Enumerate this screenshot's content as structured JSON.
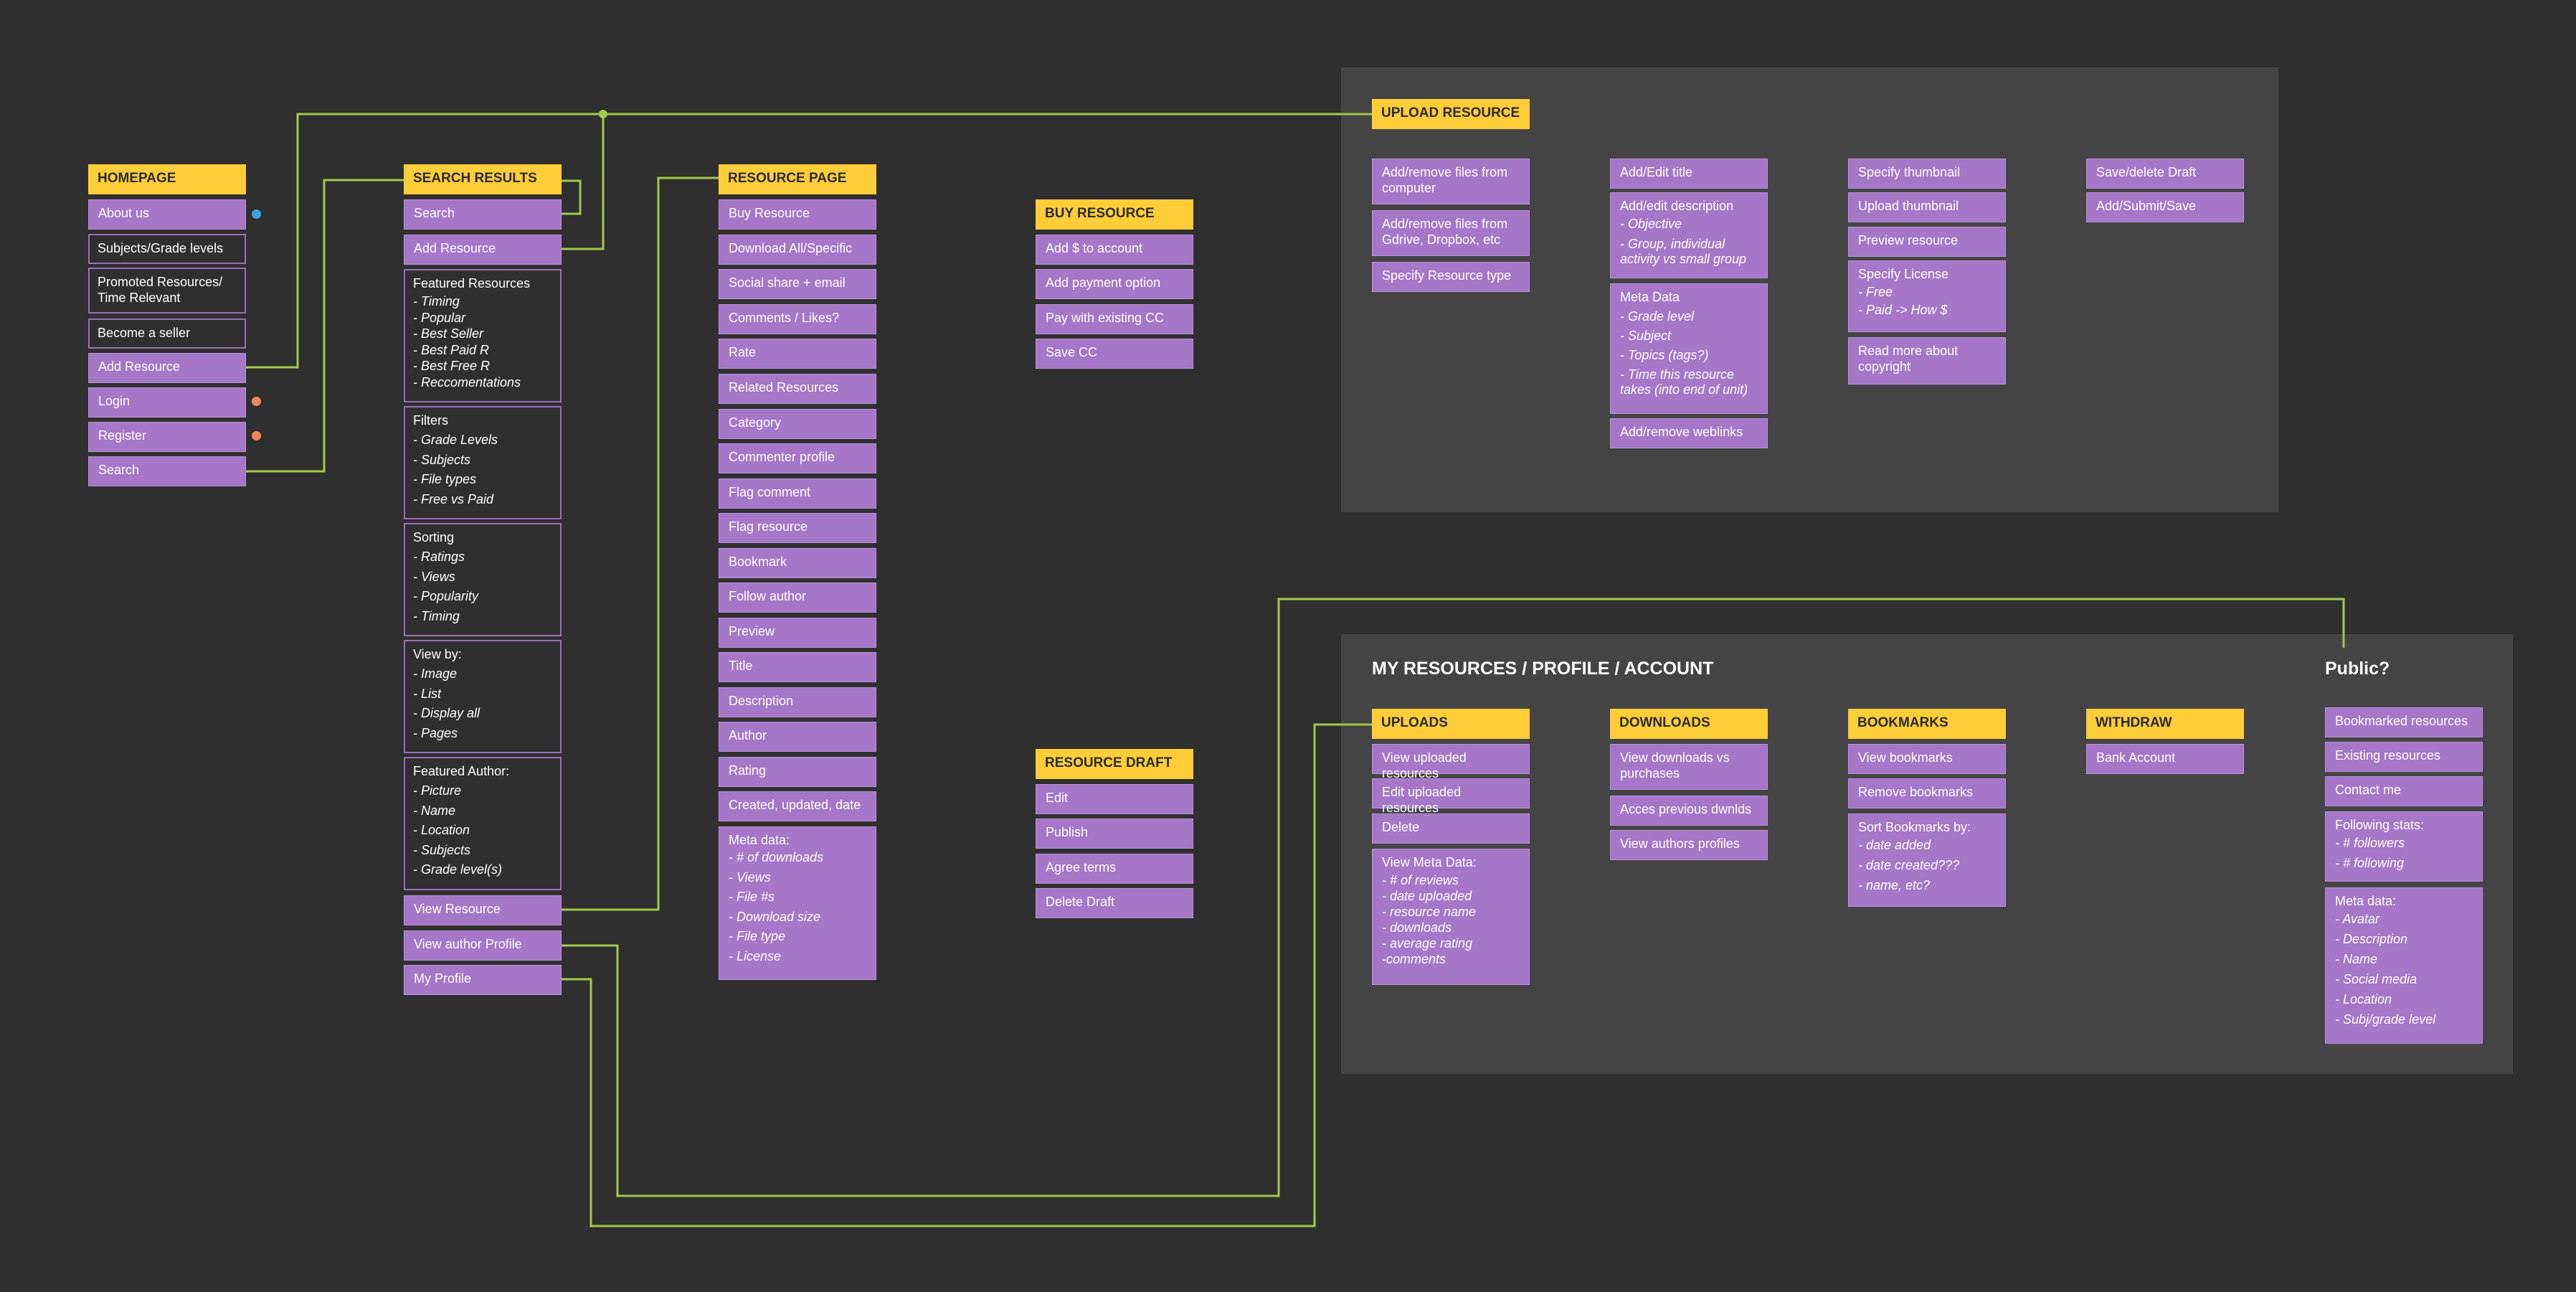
{
  "colors": {
    "background": "#2f2f2f",
    "panel": "#444444",
    "header": "#ffcd38",
    "card": "#a676c8",
    "connector": "#a3c94a",
    "dot_blue": "#3aa3e0",
    "dot_orange": "#f0875a"
  },
  "homepage": {
    "title": "HOMEPAGE",
    "about": "About us",
    "subjects": "Subjects/Grade levels",
    "promoted": "Promoted Resources/ Time Relevant",
    "seller": "Become a seller",
    "add_resource": "Add Resource",
    "login": "Login",
    "register": "Register",
    "search": "Search"
  },
  "search_results": {
    "title": "SEARCH RESULTS",
    "search": "Search",
    "add_resource": "Add Resource",
    "featured": {
      "title": "Featured Resources",
      "items": [
        "Timing",
        "Popular",
        "Best Seller",
        "Best Paid R",
        "Best Free R",
        "Reccomentations"
      ]
    },
    "filters": {
      "title": "Filters",
      "items": [
        "Grade Levels",
        "Subjects",
        "File types",
        "Free vs Paid"
      ]
    },
    "sorting": {
      "title": "Sorting",
      "items": [
        "Ratings",
        "Views",
        "Popularity",
        "Timing"
      ]
    },
    "viewby": {
      "title": "View by:",
      "items": [
        "Image",
        "List",
        "Display all",
        "Pages"
      ]
    },
    "author": {
      "title": "Featured Author:",
      "items": [
        "Picture",
        "Name",
        "Location",
        "Subjects",
        "Grade level(s)"
      ]
    },
    "view_resource": "View Resource",
    "view_author": "View author Profile",
    "my_profile": "My Profile"
  },
  "resource_page": {
    "title": "RESOURCE PAGE",
    "items": [
      "Buy Resource",
      "Download All/Specific",
      "Social share + email",
      "Comments / Likes?",
      "Rate",
      "Related Resources",
      "Category",
      "Commenter profile",
      "Flag comment",
      "Flag resource",
      "Bookmark",
      "Follow author",
      "Preview",
      "Title",
      "Description",
      "Author",
      "Rating",
      "Created, updated, date"
    ],
    "meta": {
      "title": "Meta data:",
      "items": [
        "# of downloads",
        "Views",
        "File #s",
        "Download size",
        "File type",
        "License"
      ]
    }
  },
  "buy_resource": {
    "title": "BUY RESOURCE",
    "items": [
      "Add $ to account",
      "Add payment option",
      "Pay with existing CC",
      "Save CC"
    ]
  },
  "resource_draft": {
    "title": "RESOURCE DRAFT",
    "items": [
      "Edit",
      "Publish",
      "Agree terms",
      "Delete Draft"
    ]
  },
  "upload": {
    "title": "UPLOAD RESOURCE",
    "col1": [
      "Add/remove files from computer",
      "Add/remove files from Gdrive, Dropbox, etc",
      "Specify Resource type"
    ],
    "edit_title": "Add/Edit title",
    "description": {
      "title": "Add/edit description",
      "items": [
        "Objective",
        "Group, individual activity vs small group"
      ]
    },
    "metadata": {
      "title": "Meta Data",
      "items": [
        "Grade level",
        "Subject",
        "Topics (tags?)",
        "Time this resource takes (into end of unit)"
      ]
    },
    "weblinks": "Add/remove weblinks",
    "specify_thumb": "Specify thumbnail",
    "upload_thumb": "Upload thumbnail",
    "preview": "Preview resource",
    "license": {
      "title": "Specify License",
      "items": [
        "Free",
        "Paid -> How $"
      ]
    },
    "copyright": "Read more about copyright",
    "save_draft": "Save/delete Draft",
    "submit": "Add/Submit/Save"
  },
  "account": {
    "title": "MY RESOURCES / PROFILE / ACCOUNT",
    "public_title": "Public?",
    "uploads": {
      "title": "UPLOADS",
      "items": [
        "View uploaded resources",
        "Edit uploaded resources",
        "Delete"
      ],
      "meta": {
        "title": "View Meta Data:",
        "items": [
          "# of reviews",
          "date uploaded",
          "resource name",
          "downloads",
          "average rating"
        ],
        "last": "-comments"
      }
    },
    "downloads": {
      "title": "DOWNLOADS",
      "items": [
        "View downloads vs purchases",
        "Acces previous dwnlds",
        "View authors profiles"
      ]
    },
    "bookmarks": {
      "title": "BOOKMARKS",
      "items": [
        "View bookmarks",
        "Remove bookmarks"
      ],
      "sort": {
        "title": "Sort Bookmarks by:",
        "items": [
          "date added",
          "date created???",
          "name, etc?"
        ]
      }
    },
    "withdraw": {
      "title": "WITHDRAW",
      "items": [
        "Bank Account"
      ]
    },
    "public": {
      "items": [
        "Bookmarked resources",
        "Existing resources",
        "Contact me"
      ],
      "following": {
        "title": "Following stats:",
        "items": [
          "# followers",
          "# following"
        ]
      },
      "meta": {
        "title": "Meta data:",
        "items": [
          "Avatar",
          "Description",
          "Name",
          "Social media",
          "Location",
          "Subj/grade level"
        ]
      }
    }
  }
}
